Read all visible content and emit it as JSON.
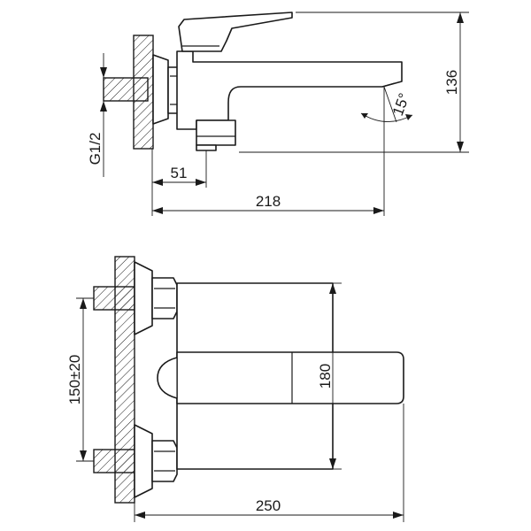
{
  "dimensions": {
    "height_total": "136",
    "angle": "15°",
    "thread": "G1/2",
    "wall_offset": "51",
    "spout_length": "218",
    "center_spacing": "150±20",
    "body_height": "180",
    "total_length": "250"
  },
  "colors": {
    "line": "#1a1a1a",
    "background": "#ffffff"
  }
}
